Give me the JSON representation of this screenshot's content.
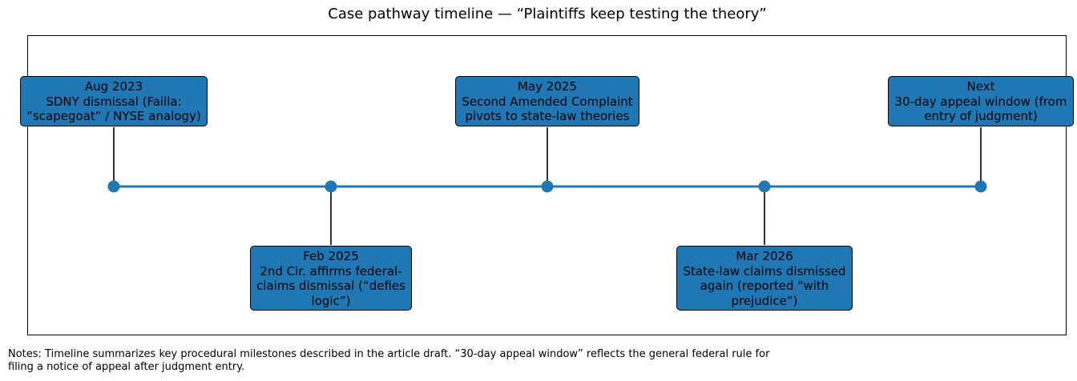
{
  "title": "Case pathway timeline — “Plaintiffs keep testing the theory”",
  "colors": {
    "marker": "#1f77b4",
    "timeline": "#1f77b4",
    "box_fill": "#1f77b4",
    "stem": "#000000",
    "frame": "#000000"
  },
  "events": [
    {
      "date": "Aug 2023",
      "lines": [
        "SDNY dismissal (Failla:",
        "“scapegoat” / NYSE analogy)"
      ],
      "side": "above"
    },
    {
      "date": "Feb 2025",
      "lines": [
        "2nd Cir. affirms federal-",
        "claims dismissal (“defies",
        "logic”)"
      ],
      "side": "below"
    },
    {
      "date": "May 2025",
      "lines": [
        "Second Amended Complaint",
        "pivots to state-law theories"
      ],
      "side": "above"
    },
    {
      "date": "Mar 2026",
      "lines": [
        "State-law claims dismissed",
        "again (reported “with",
        "prejudice”)"
      ],
      "side": "below"
    },
    {
      "date": "Next",
      "lines": [
        "30-day appeal window (from",
        "entry of judgment)"
      ],
      "side": "above"
    }
  ],
  "notes": {
    "line1": "Notes: Timeline summarizes key procedural milestones described in the article draft. “30-day appeal window” reflects the general federal rule for",
    "line2": "filing a notice of appeal after judgment entry."
  }
}
